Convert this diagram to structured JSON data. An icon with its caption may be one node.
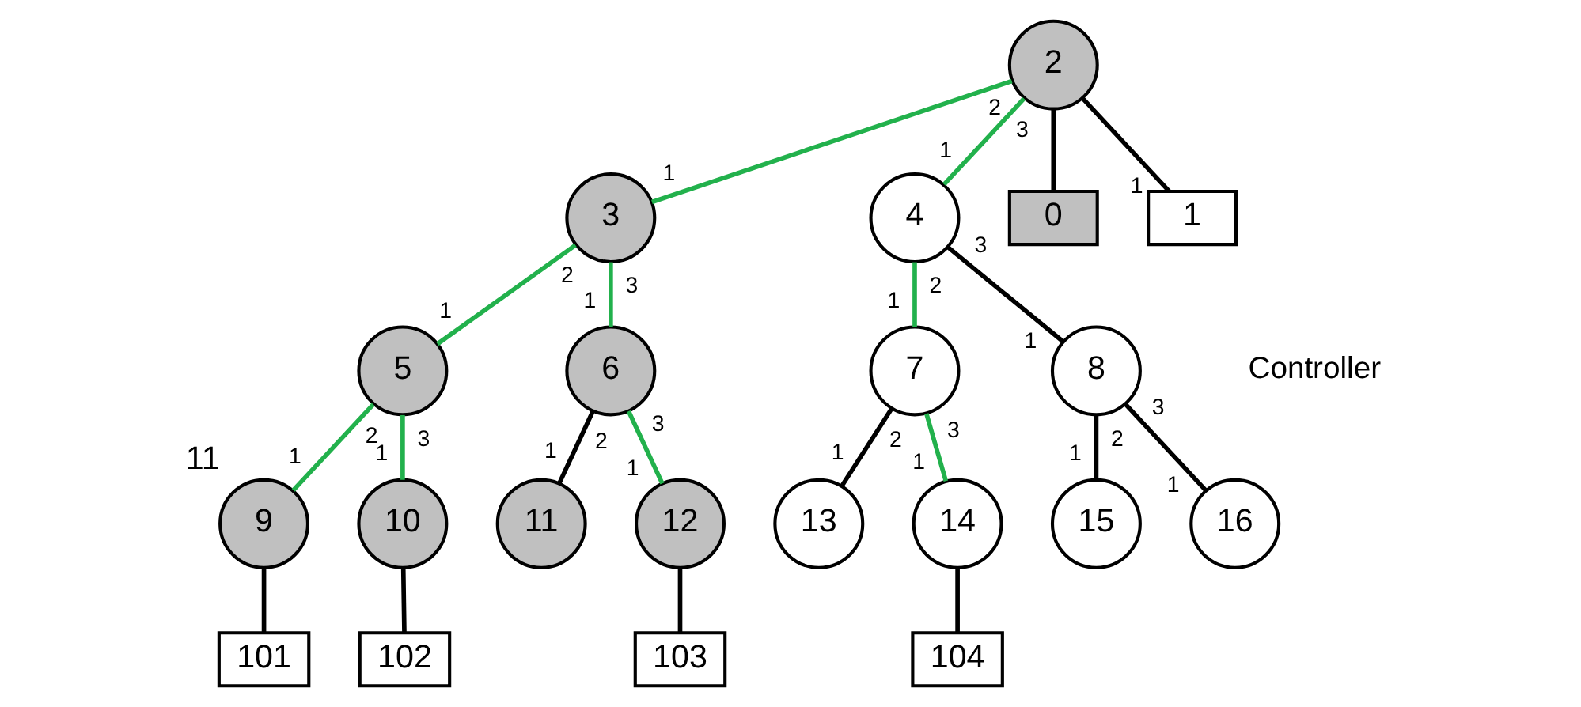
{
  "diagram": {
    "nodes": [
      {
        "text": [
          "2"
        ]
      },
      {
        "text": [
          "3"
        ]
      },
      {
        "text": [
          "4"
        ]
      },
      {
        "text": [
          "0"
        ]
      },
      {
        "text": [
          "1"
        ]
      },
      {
        "text": [
          "5"
        ]
      },
      {
        "text": [
          "6"
        ]
      },
      {
        "text": [
          "7"
        ]
      },
      {
        "text": [
          "8"
        ]
      },
      {
        "text": [
          "9"
        ]
      },
      {
        "text": [
          "10"
        ]
      },
      {
        "text": [
          "11"
        ]
      },
      {
        "text": [
          "12"
        ]
      },
      {
        "text": [
          "13"
        ]
      },
      {
        "text": [
          "14"
        ]
      },
      {
        "text": [
          "15"
        ]
      },
      {
        "text": [
          "16"
        ]
      },
      {
        "text": [
          "101"
        ]
      },
      {
        "text": [
          "102"
        ]
      },
      {
        "text": [
          "103"
        ]
      },
      {
        "text": [
          "104"
        ]
      }
    ],
    "edges": [
      {
        "from": 0,
        "to": 1,
        "arrow": "none",
        "color": "#22b14c"
      },
      {
        "from": 0,
        "to": 2,
        "arrow": "none",
        "color": "#22b14c"
      },
      {
        "from": 0,
        "to": 3,
        "arrow": "none"
      },
      {
        "from": 0,
        "to": 4,
        "arrow": "none"
      },
      {
        "from": 1,
        "to": 5,
        "arrow": "none",
        "color": "#22b14c"
      },
      {
        "from": 1,
        "to": 6,
        "arrow": "none",
        "color": "#22b14c"
      },
      {
        "from": 2,
        "to": 7,
        "arrow": "none",
        "color": "#22b14c"
      },
      {
        "from": 2,
        "to": 8,
        "arrow": "none"
      },
      {
        "from": 5,
        "to": 9,
        "arrow": "none",
        "color": "#22b14c"
      },
      {
        "from": 5,
        "to": 10,
        "arrow": "none",
        "color": "#22b14c"
      },
      {
        "from": 6,
        "to": 11,
        "arrow": "none"
      },
      {
        "from": 6,
        "to": 12,
        "arrow": "none",
        "color": "#22b14c"
      },
      {
        "from": 7,
        "to": 13,
        "arrow": "none"
      },
      {
        "from": 7,
        "to": 14,
        "arrow": "none",
        "color": "#22b14c"
      },
      {
        "from": 8,
        "to": 15,
        "arrow": "none"
      },
      {
        "from": 8,
        "to": 16,
        "arrow": "none"
      },
      {
        "from": 9,
        "to": 17,
        "arrow": "none"
      },
      {
        "from": 10,
        "to": 18,
        "arrow": "none"
      },
      {
        "from": 12,
        "to": 19,
        "arrow": "none"
      },
      {
        "from": 14,
        "to": 20,
        "arrow": "none"
      }
    ],
    "labels": [
      "2",
      "1",
      "3",
      "1",
      "1",
      "2",
      "1",
      "3",
      "1",
      "2",
      "1",
      "3",
      "1",
      "2",
      "1",
      "3",
      "1",
      "2",
      "1",
      "3",
      "1",
      "2",
      "1",
      "3",
      "1",
      "2",
      "1",
      "3",
      "1",
      "11",
      "Controller"
    ]
  }
}
